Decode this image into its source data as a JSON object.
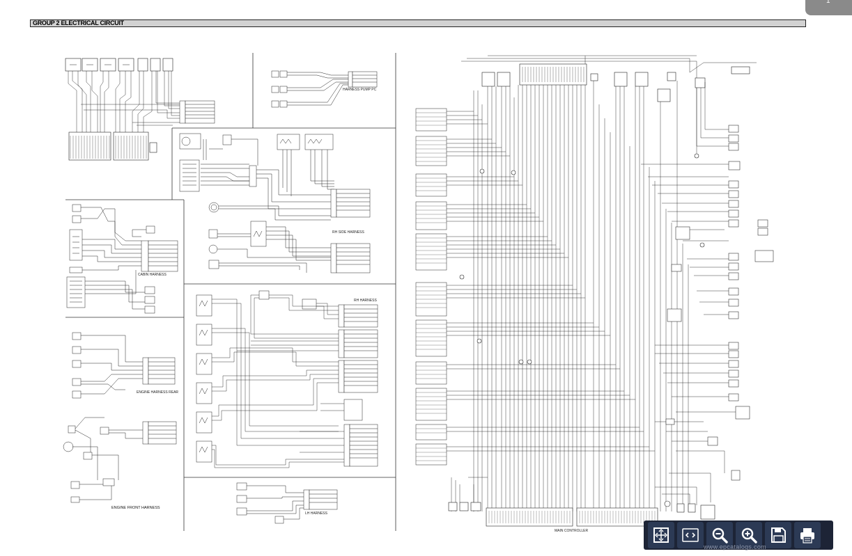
{
  "header": {
    "title": "GROUP  2  ELECTRICAL CIRCUIT"
  },
  "corner_tab": {
    "label": "1"
  },
  "labels": {
    "engine_front": "ENGINE FRONT HARNESS",
    "cabin": "CABIN HARNESS",
    "rh_side": "RH SIDE HARNESS",
    "rh": "RH HARNESS",
    "lh": "LH HARNESS",
    "pump": "HARNESS PUMP PC",
    "engine_rear": "ENGINE HARNESS REAR",
    "controller": "MAIN CONTROLLER"
  },
  "toolbar": {
    "buttons": [
      "fit-page",
      "view-toggle",
      "zoom-out",
      "zoom-in",
      "save",
      "print"
    ]
  },
  "watermark": "www.epcatalogs.com"
}
